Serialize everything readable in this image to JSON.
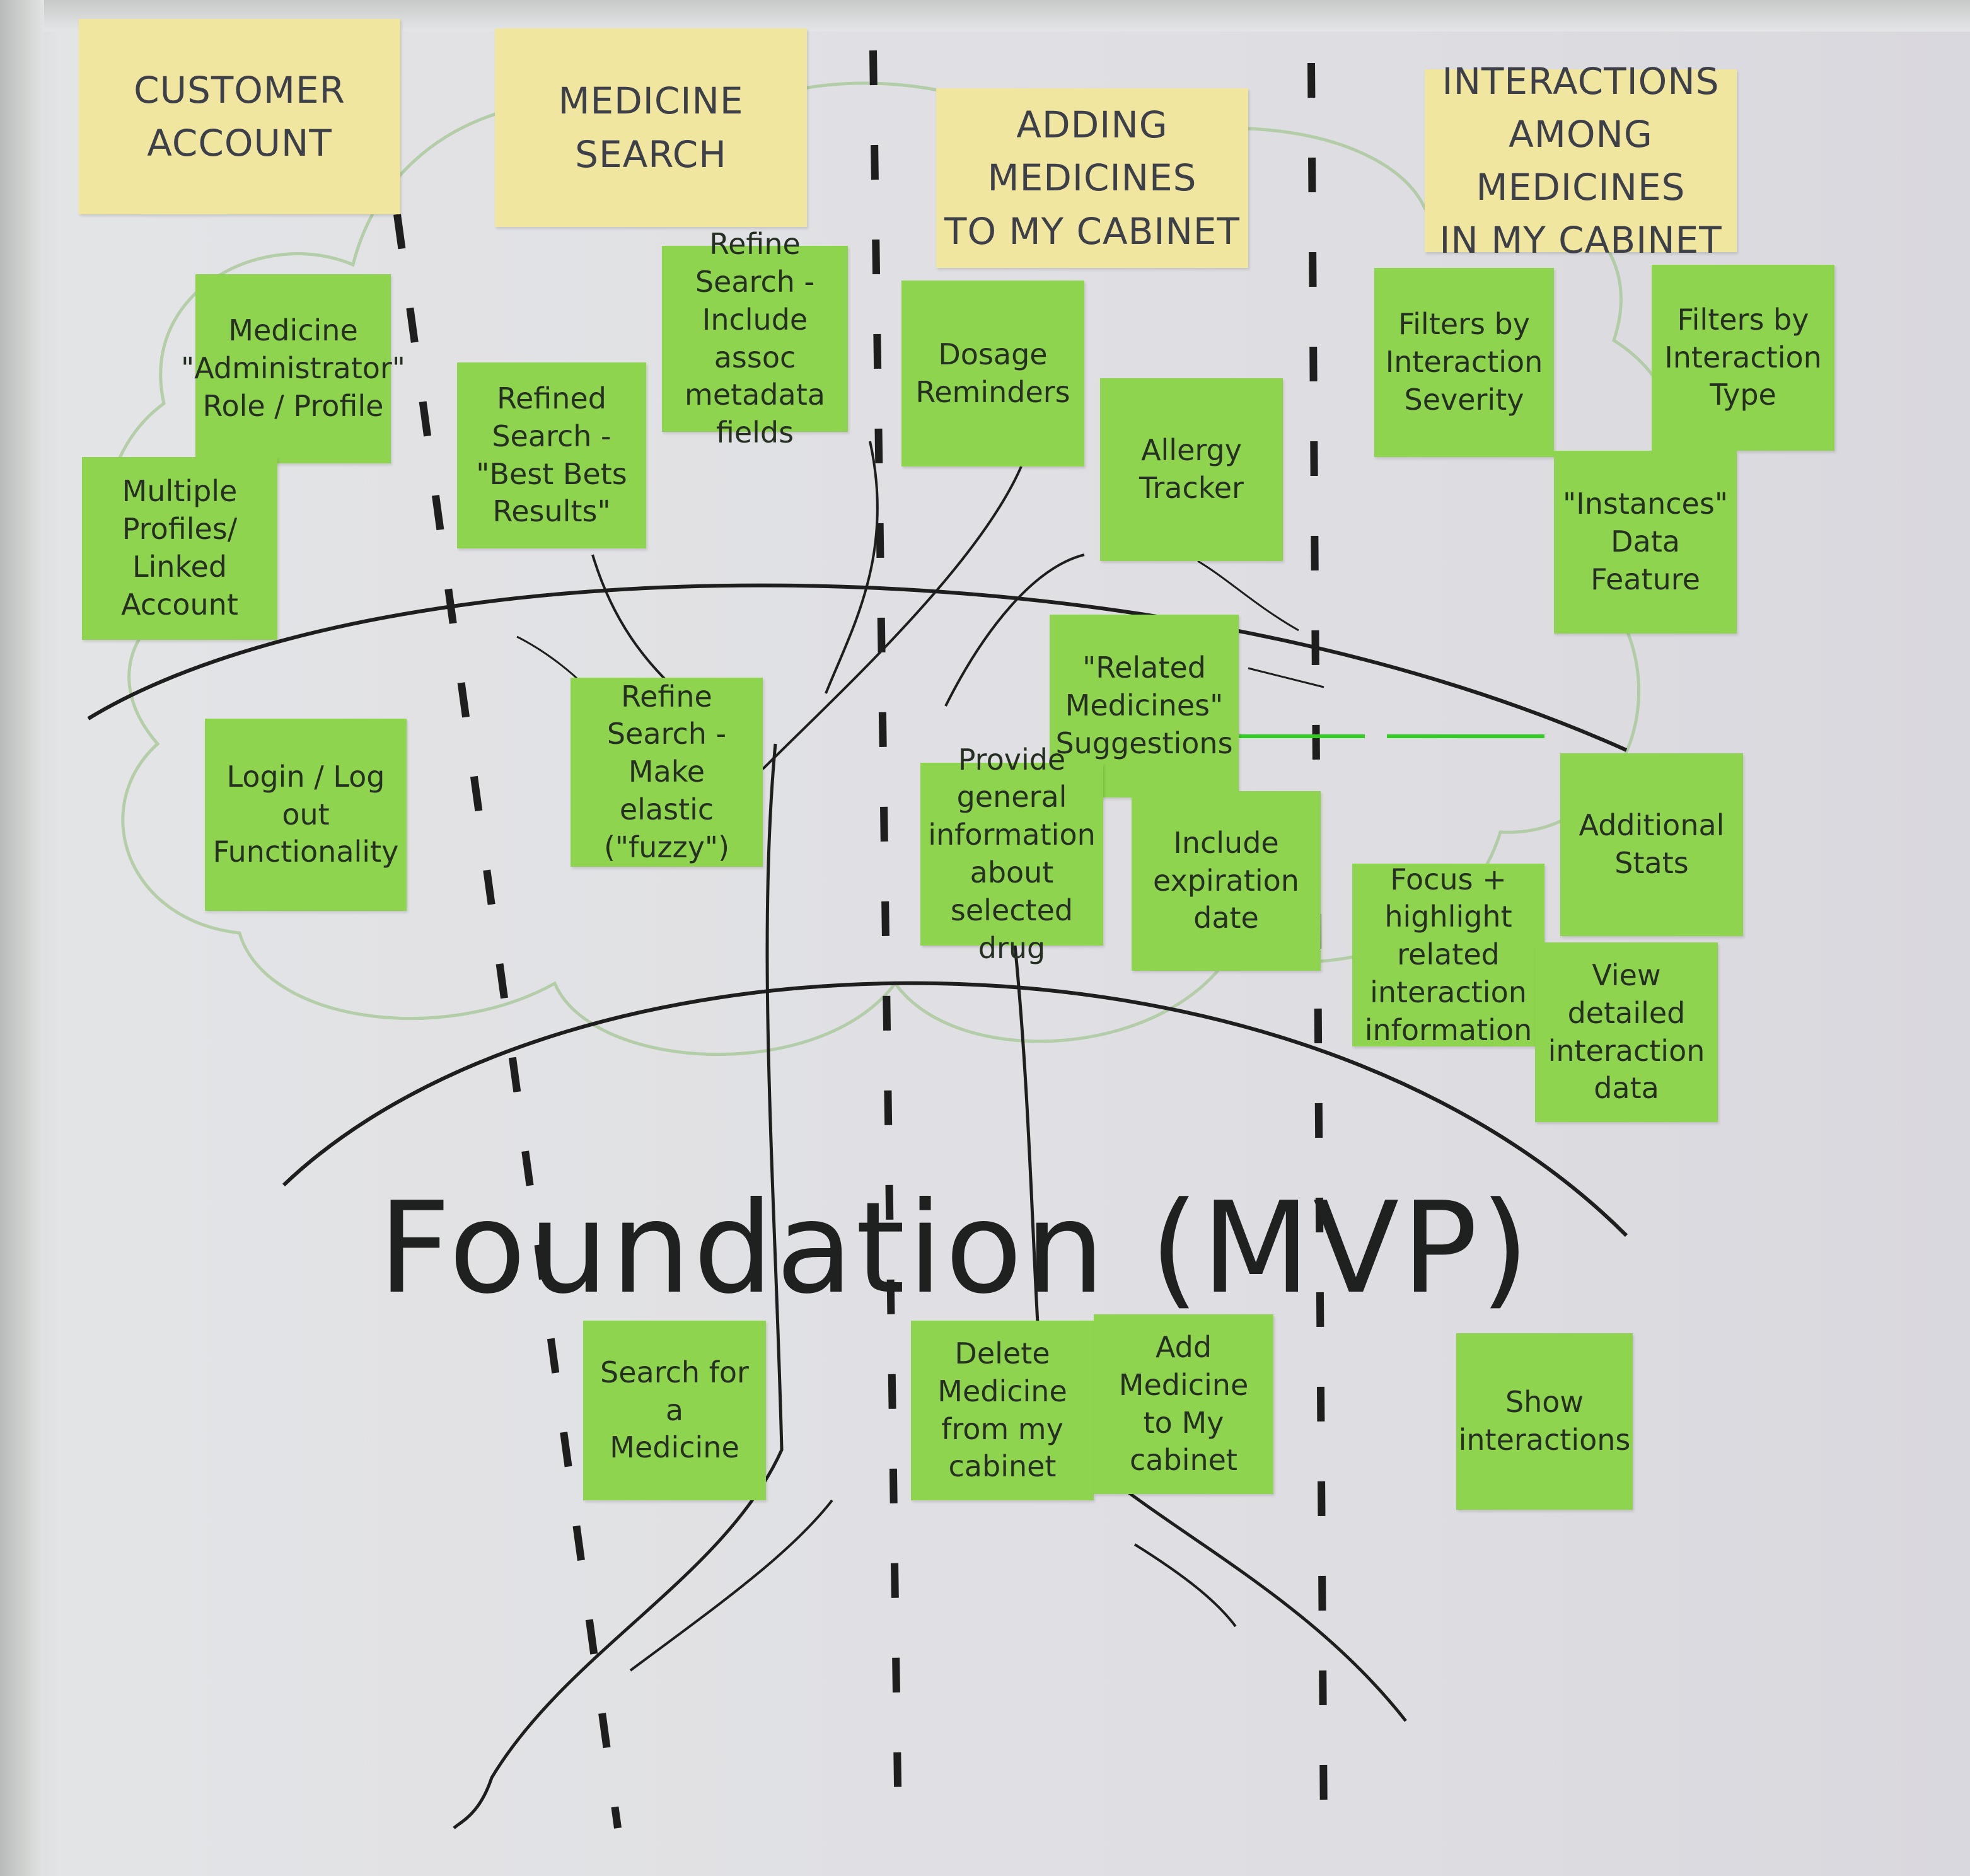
{
  "columns": [
    {
      "title": "CUSTOMER\nACCOUNT"
    },
    {
      "title": "MEDICINE SEARCH"
    },
    {
      "title": "ADDING MEDICINES\nTO MY CABINET"
    },
    {
      "title": "INTERACTIONS\nAMONG MEDICINES\nIN MY CABINET"
    }
  ],
  "notes": {
    "administrator": "Medicine\n\"Administrator\"\nRole / Profile",
    "multiple_profiles": "Multiple Profiles/\nLinked Account",
    "refined_search": "Refined\nSearch -\n\"Best Bets\nResults\"",
    "refine_metadata": "Refine Search -\nInclude assoc\nmetadata fields",
    "dosage": "Dosage\nReminders",
    "allergy": "Allergy\nTracker",
    "filter_severity": "Filters by\nInteraction\nSeverity",
    "filter_type": "Filters by\nInteraction\nType",
    "instances": "\"Instances\"\nData Feature",
    "related": "\"Related\nMedicines\"\nSuggestions",
    "login": "Login / Log out\nFunctionality",
    "fuzzy": "Refine Search -\nMake elastic\n(\"fuzzy\")",
    "general_info": "Provide general\ninformation\nabout selected\ndrug",
    "expiration": "Include\nexpiration\ndate",
    "additional_stats": "Additional\nStats",
    "focus": "Focus + highlight\nrelated\ninteraction\ninformation",
    "detailed": "View detailed\ninteraction\ndata",
    "search_medicine": "Search for a\nMedicine",
    "delete_medicine": "Delete Medicine\nfrom my cabinet",
    "add_medicine": "Add Medicine\nto My cabinet",
    "show_interactions": "Show\ninteractions"
  },
  "foundation_label": "Foundation (MVP)",
  "colors": {
    "header_note": "#f0e6a0",
    "sticky_note": "#8fd44e",
    "marker": "#1e1e1e",
    "tree_outline": "#a8c898"
  }
}
